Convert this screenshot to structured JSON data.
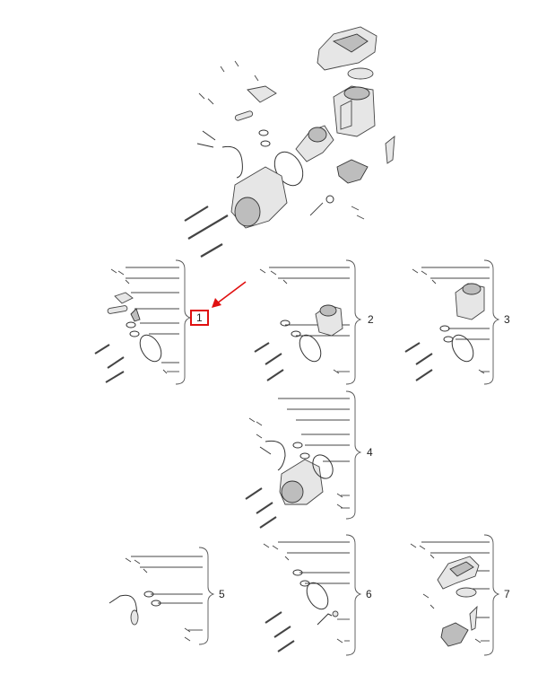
{
  "diagram": {
    "groups": [
      {
        "id": "g1",
        "label": "1",
        "highlighted": true
      },
      {
        "id": "g2",
        "label": "2",
        "highlighted": false
      },
      {
        "id": "g3",
        "label": "3",
        "highlighted": false
      },
      {
        "id": "g4",
        "label": "4",
        "highlighted": false
      },
      {
        "id": "g5",
        "label": "5",
        "highlighted": false
      },
      {
        "id": "g6",
        "label": "6",
        "highlighted": false
      },
      {
        "id": "g7",
        "label": "7",
        "highlighted": false
      }
    ],
    "colors": {
      "highlight": "#e01010",
      "line": "#444444",
      "part_fill": "#e6e6e6",
      "part_shade": "#bdbdbd"
    }
  }
}
